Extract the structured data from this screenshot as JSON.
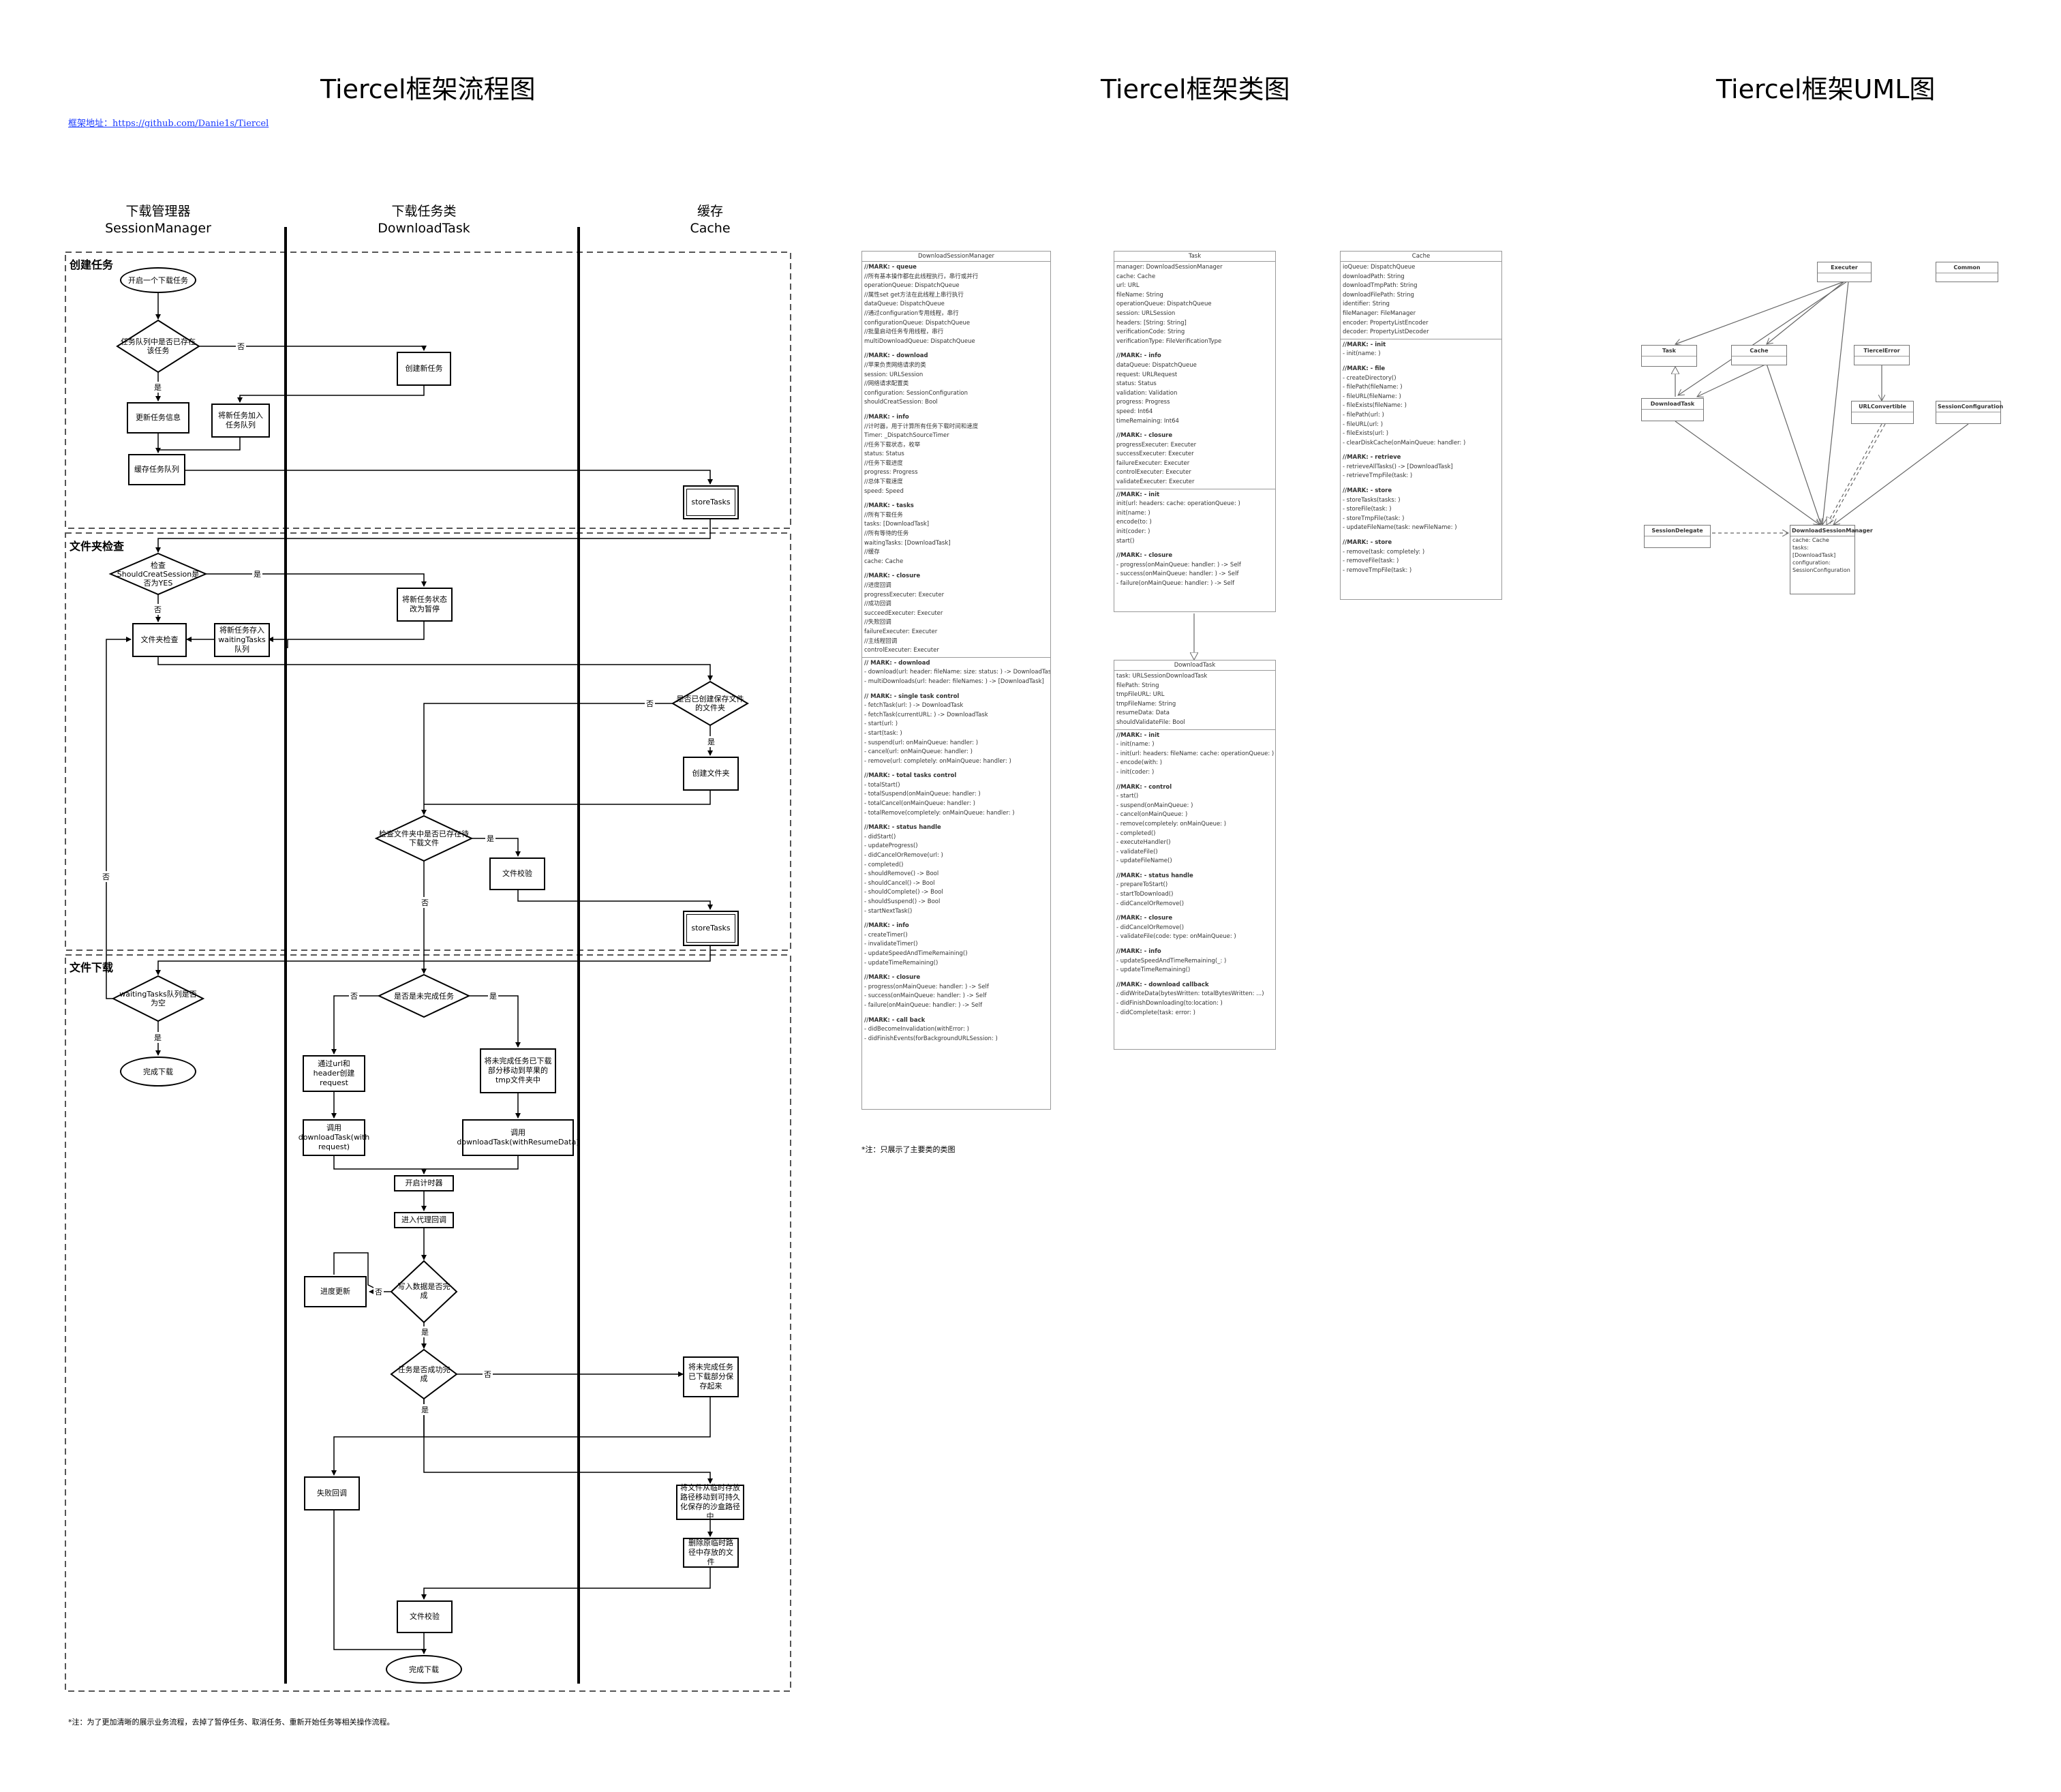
{
  "titles": {
    "flow": "Tiercel框架流程图",
    "class": "Tiercel框架类图",
    "uml": "Tiercel框架UML图"
  },
  "link": "框架地址：https://github.com/Danie1s/Tiercel",
  "lanes": [
    {
      "cn": "下载管理器",
      "en": "SessionManager"
    },
    {
      "cn": "下载任务类",
      "en": "DownloadTask"
    },
    {
      "cn": "缓存",
      "en": "Cache"
    }
  ],
  "sections": [
    "创建任务",
    "文件夹检查",
    "文件下载"
  ],
  "flow": {
    "start_download": "开启一个下载任务",
    "in_queue": "任务队列中是否已存在该任务",
    "create_task": "创建新任务",
    "update_info": "更新任务信息",
    "add_queue": "将新任务加入任务队列",
    "cache_queue": "缓存任务队列",
    "store_tasks": "storeTasks",
    "check_session": "检查ShouldCreatSession是否为YES",
    "set_pause": "将新任务状态改为暂停",
    "folder_check": "文件夹检查",
    "add_waiting": "将新任务存入waitingTasks队列",
    "folder_created": "是否已创建保存文件的文件夹",
    "create_folder": "创建文件夹",
    "file_exists": "检查文件夹中是否已存在待下载文件",
    "verify_file": "文件校验",
    "store_tasks2": "storeTasks",
    "waiting_empty": "waitingTasks队列是否为空",
    "done1": "完成下载",
    "unfinished": "是否是未完成任务",
    "build_request": "通过url和header创建request",
    "move_tmp": "将未完成任务已下载部分移动到苹果的tmp文件夹中",
    "call_with_request": "调用downloadTask(with request)",
    "call_with_resume": "调用downloadTask(withResumeData)",
    "start_timer": "开启计时器",
    "enter_delegate": "进入代理回调",
    "progress_update": "进度更新",
    "write_done": "写入数据是否完成",
    "task_success": "任务是否成功完成",
    "save_partial": "将未完成任务已下载部分保存起来",
    "fail_callback": "失败回调",
    "move_final": "将文件从临时存放路径移动到可持久化保存的沙盒路径中",
    "delete_tmp": "删除原临时路径中存放的文件",
    "verify_file2": "文件校验",
    "done2": "完成下载",
    "yes": "是",
    "no": "否",
    "footnote": "*注：为了更加清晰的展示业务流程，去掉了暂停任务、取消任务、重新开始任务等相关操作流程。"
  },
  "classes": {
    "dsm": {
      "name": "DownloadSessionManager",
      "lines": [
        "//MARK: - queue",
        "//所有基本操作都在此线程执行，串行或并行",
        "operationQueue: DispatchQueue",
        "//属性set get方法在此线程上串行执行",
        "dataQueue: DispatchQueue",
        "//通过configuration专用线程，串行",
        "configurationQueue: DispatchQueue",
        "//批量启动任务专用线程，串行",
        "multiDownloadQueue: DispatchQueue",
        "",
        "//MARK: - download",
        "//苹果负责网络请求的类",
        "session: URLSession",
        "//网络请求配置类",
        "configuration: SessionConfiguration",
        "shouldCreatSession: Bool",
        "",
        "//MARK: - info",
        "//计时器，用于计算所有任务下载时间和速度",
        "Timer: _DispatchSourceTimer",
        "//任务下载状态，枚举",
        "status: Status",
        "//任务下载进度",
        "progress: Progress",
        "//总体下载速度",
        "speed: Speed",
        "",
        "//MARK: - tasks",
        "//所有下载任务",
        "tasks: [DownloadTask]",
        "//所有等待的任务",
        "waitingTasks: [DownloadTask]",
        "//缓存",
        "cache: Cache",
        "",
        "//MARK: - closure",
        "//进度回调",
        "progressExecuter: Executer",
        "//成功回调",
        "succeedExecuter: Executer",
        "//失败回调",
        "failureExecuter: Executer",
        "//主线程回调",
        "controlExecuter: Executer"
      ],
      "methods": [
        "// MARK: - download",
        "- download(url: header: fileName: size: status: ) -> DownloadTask",
        "- multiDownloads(url: header: fileNames: ) -> [DownloadTask]",
        "",
        "// MARK: - single task control",
        "- fetchTask(url: ) -> DownloadTask",
        "- fetchTask(currentURL: ) -> DownloadTask",
        "- start(url: )",
        "- start(task: )",
        "- suspend(url: onMainQueue: handler: )",
        "- cancel(url: onMainQueue: handler: )",
        "- remove(url: completely: onMainQueue: handler: )",
        "",
        "//MARK: - total tasks control",
        "- totalStart()",
        "- totalSuspend(onMainQueue: handler: )",
        "- totalCancel(onMainQueue: handler: )",
        "- totalRemove(completely: onMainQueue: handler: )",
        "",
        "//MARK: - status handle",
        "- didStart()",
        "- updateProgress()",
        "- didCancelOrRemove(url: )",
        "- completed()",
        "- shouldRemove() -> Bool",
        "- shouldCancel() -> Bool",
        "- shouldComplete() -> Bool",
        "- shouldSuspend() -> Bool",
        "- startNextTask()",
        "",
        "//MARK: - info",
        "- createTimer()",
        "- invalidateTimer()",
        "- updateSpeedAndTimeRemaining()",
        "- updateTimeRemaining()",
        "",
        "//MARK: - closure",
        "- progress(onMainQueue: handler: ) -> Self",
        "- success(onMainQueue: handler: ) -> Self",
        "- failure(onMainQueue: handler: ) -> Self",
        "",
        "//MARK: - call back",
        "- didBecomeInvalidation(withError: )",
        "- didFinishEvents(forBackgroundURLSession: )"
      ]
    },
    "task": {
      "name": "Task",
      "lines": [
        "manager: DownloadSessionManager",
        "cache: Cache",
        "url: URL",
        "fileName: String",
        "operationQueue: DispatchQueue",
        "session: URLSession",
        "headers: [String: String]",
        "verificationCode: String",
        "verificationType: FileVerificationType",
        "",
        "//MARK: - info",
        "dataQueue: DispatchQueue",
        "request: URLRequest",
        "status: Status",
        "validation: Validation",
        "progress: Progress",
        "speed: Int64",
        "timeRemaining: Int64",
        "",
        "//MARK: - closure",
        "progressExecuter: Executer",
        "successExecuter: Executer",
        "failureExecuter: Executer",
        "controlExecuter: Executer",
        "validateExecuter: Executer"
      ],
      "methods": [
        "//MARK: - init",
        "init(url: headers: cache: operationQueue: )",
        "init(name: )",
        "encode(to: )",
        "init(coder: )",
        "start()",
        "",
        "//MARK: - closure",
        "- progress(onMainQueue: handler: ) -> Self",
        "- success(onMainQueue: handler: ) -> Self",
        "- failure(onMainQueue: handler: ) -> Self"
      ]
    },
    "cache": {
      "name": "Cache",
      "lines": [
        "ioQueue: DispatchQueue",
        "downloadPath: String",
        "downloadTmpPath: String",
        "downloadFilePath: String",
        "identifier: String",
        "fileManager: FileManager",
        "encoder: PropertyListEncoder",
        "decoder: PropertyListDecoder"
      ],
      "methods": [
        "//MARK: - init",
        "- init(name: )",
        "",
        "//MARK: - file",
        "- createDirectory()",
        "- filePath(fileName: )",
        "- fileURL(fileName: )",
        "- fileExists(fileName: )",
        "- filePath(url: )",
        "- fileURL(url: )",
        "- fileExists(url: )",
        "- clearDiskCache(onMainQueue: handler: )",
        "",
        "//MARK: - retrieve",
        "- retrieveAllTasks() -> [DownloadTask]",
        "- retrieveTmpFile(task: )",
        "",
        "//MARK: - store",
        "- storeTasks(tasks: )",
        "- storeFile(task: )",
        "- storeTmpFile(task: )",
        "- updateFileName(task: newFileName: )",
        "",
        "//MARK: - store",
        "- remove(task: completely: )",
        "- removeFile(task: )",
        "- removeTmpFile(task: )"
      ]
    },
    "dtask": {
      "name": "DownloadTask",
      "lines": [
        "task: URLSessionDownloadTask",
        "filePath: String",
        "tmpFileURL: URL",
        "tmpFileName: String",
        "resumeData: Data",
        "shouldValidateFile: Bool"
      ],
      "methods": [
        "//MARK: - init",
        "- init(name: )",
        "- init(url: headers: fileName: cache: operationQueue: )",
        "- encode(with: )",
        "- init(coder: )",
        "",
        "//MARK: - control",
        "- start()",
        "- suspend(onMainQueue: )",
        "- cancel(onMainQueue: )",
        "- remove(completely: onMainQueue: )",
        "- completed()",
        "- executeHandler()",
        "- validateFile()",
        "- updateFileName()",
        "",
        "//MARK: - status handle",
        "- prepareToStart()",
        "- startToDownload()",
        "- didCancelOrRemove()",
        "",
        "//MARK: - closure",
        "- didCancelOrRemove()",
        "- validateFile(code: type: onMainQueue: )",
        "",
        "//MARK: - info",
        "- updateSpeedAndTimeRemaining(_: )",
        "- updateTimeRemaining()",
        "",
        "//MARK: - download callback",
        "- didWriteData(bytesWritten: totalBytesWritten: ...)",
        "- didFinishDownloading(to:location: )",
        "- didComplete(task: error: )"
      ]
    },
    "note": "*注：只展示了主要类的类图"
  },
  "uml": {
    "executer": "Executer",
    "common": "Common",
    "task": "Task",
    "cache": "Cache",
    "tiercel_error": "TiercelError",
    "download_task": "DownloadTask",
    "url_convertible": "URLConvertible",
    "session_configuration": "SessionConfiguration",
    "session_delegate": "SessionDelegate",
    "dsm_name": "DownloadSessionManager",
    "dsm_lines": [
      "cache: Cache",
      "tasks: [DownloadTask]",
      "configuration: SessionConfiguration"
    ]
  }
}
